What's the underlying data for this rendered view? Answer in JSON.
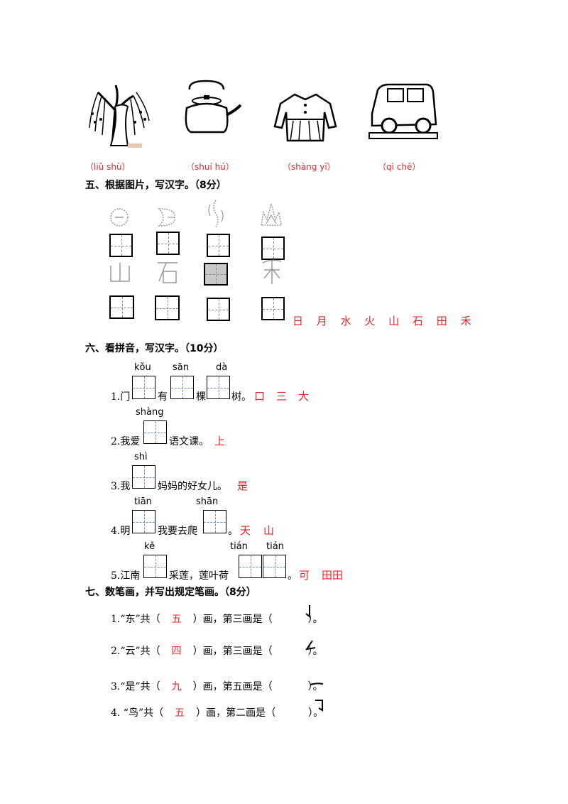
{
  "pictures": {
    "captions": [
      "（liǔ shù）",
      "（shuí hú）",
      "（shàng yī）",
      "（qì chē）"
    ]
  },
  "section5": {
    "heading": "五、根据图片，写汉字。（8分）",
    "answer_chars": [
      "日",
      "月",
      "水",
      "火",
      "山",
      "石",
      "田",
      "禾"
    ]
  },
  "section6": {
    "heading": "六、看拼音，写汉字。（10分）",
    "q1": {
      "num": "1.门",
      "p1": "kǒu",
      "t1": "有",
      "p2": "sān",
      "t2": "棵",
      "p3": "dà",
      "t3": "树。",
      "ans": [
        "口",
        "三",
        "大"
      ]
    },
    "q2": {
      "num": "2.我爱",
      "p1": "shàng",
      "t1": "语文课。",
      "ans": "上"
    },
    "q3": {
      "num": "3.我",
      "p1": "shì",
      "t1": "妈妈的好女儿。",
      "ans": "是"
    },
    "q4": {
      "num": "4.明",
      "p1": "tiān",
      "t1": "我要去爬",
      "p2": "shān",
      "t2": "。",
      "ans": [
        "天",
        "山"
      ]
    },
    "q5": {
      "num": "5.江南",
      "p1": "kě",
      "t1": "采莲，莲叶荷",
      "p2": "tián",
      "p3": "tián",
      "t2": "。",
      "ans": [
        "可",
        "田田"
      ]
    }
  },
  "section7": {
    "heading": "七、数笔画，并写出规定笔画。（8分）",
    "items": [
      {
        "pre": "1.“东”共（",
        "count": "五",
        "mid": "）画，第三画是（",
        "post": "）。"
      },
      {
        "pre": "2.“云”共（",
        "count": "四",
        "mid": "）画，第三画是（",
        "post": "）。"
      },
      {
        "pre": "3.“是”共（",
        "count": "九",
        "mid": "）画，第五画是（",
        "post": "）。"
      },
      {
        "pre": "4. “鸟”共（",
        "count": "五",
        "mid": "）画，第二画是（",
        "post": "）。"
      }
    ]
  }
}
